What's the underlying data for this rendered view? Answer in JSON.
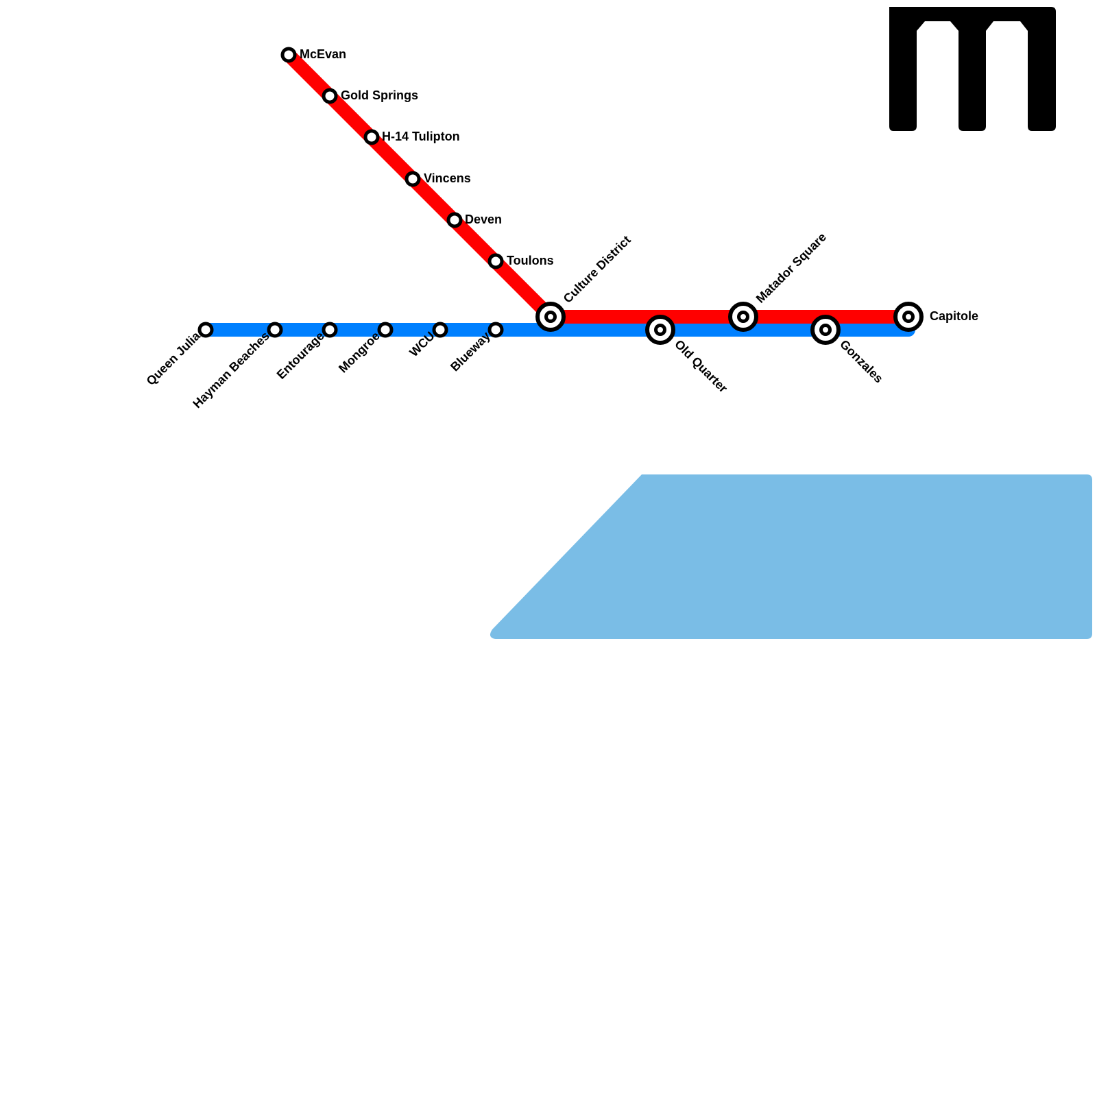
{
  "colors": {
    "background": "#ffffff",
    "red_line": "#ff0000",
    "blue_line": "#0080ff",
    "water": "#7abde6",
    "station_outline": "#000000",
    "station_fill": "#ffffff",
    "logo": "#000000"
  },
  "logo": {
    "icon": "metro-m-logo-icon"
  },
  "lines": [
    {
      "id": "red",
      "color": "#ff0000"
    },
    {
      "id": "blue",
      "color": "#0080ff"
    }
  ],
  "stations": {
    "mcevan": {
      "name": "McEvan",
      "lines": [
        "red"
      ],
      "interchange": false
    },
    "gold_springs": {
      "name": "Gold Springs",
      "lines": [
        "red"
      ],
      "interchange": false
    },
    "h14_tulipton": {
      "name": "H-14 Tulipton",
      "lines": [
        "red"
      ],
      "interchange": false
    },
    "vincens": {
      "name": "Vincens",
      "lines": [
        "red"
      ],
      "interchange": false
    },
    "deven": {
      "name": "Deven",
      "lines": [
        "red"
      ],
      "interchange": false
    },
    "toulons": {
      "name": "Toulons",
      "lines": [
        "red"
      ],
      "interchange": false
    },
    "culture_district": {
      "name": "Culture District",
      "lines": [
        "red",
        "blue"
      ],
      "interchange": true
    },
    "matador_square": {
      "name": "Matador Square",
      "lines": [
        "red"
      ],
      "interchange": true
    },
    "capitole": {
      "name": "Capitole",
      "lines": [
        "red",
        "blue"
      ],
      "interchange": true
    },
    "queen_julia": {
      "name": "Queen Julia",
      "lines": [
        "blue"
      ],
      "interchange": false
    },
    "hayman_beaches": {
      "name": "Hayman Beaches",
      "lines": [
        "blue"
      ],
      "interchange": false
    },
    "entourage": {
      "name": "Entourage",
      "lines": [
        "blue"
      ],
      "interchange": false
    },
    "mongroe": {
      "name": "Mongroe",
      "lines": [
        "blue"
      ],
      "interchange": false
    },
    "wcu": {
      "name": "WCU",
      "lines": [
        "blue"
      ],
      "interchange": false
    },
    "blueway": {
      "name": "Blueway",
      "lines": [
        "blue"
      ],
      "interchange": false
    },
    "old_quarter": {
      "name": "Old Quarter",
      "lines": [
        "blue"
      ],
      "interchange": true
    },
    "gonzales": {
      "name": "Gonzales",
      "lines": [
        "blue"
      ],
      "interchange": true
    }
  }
}
